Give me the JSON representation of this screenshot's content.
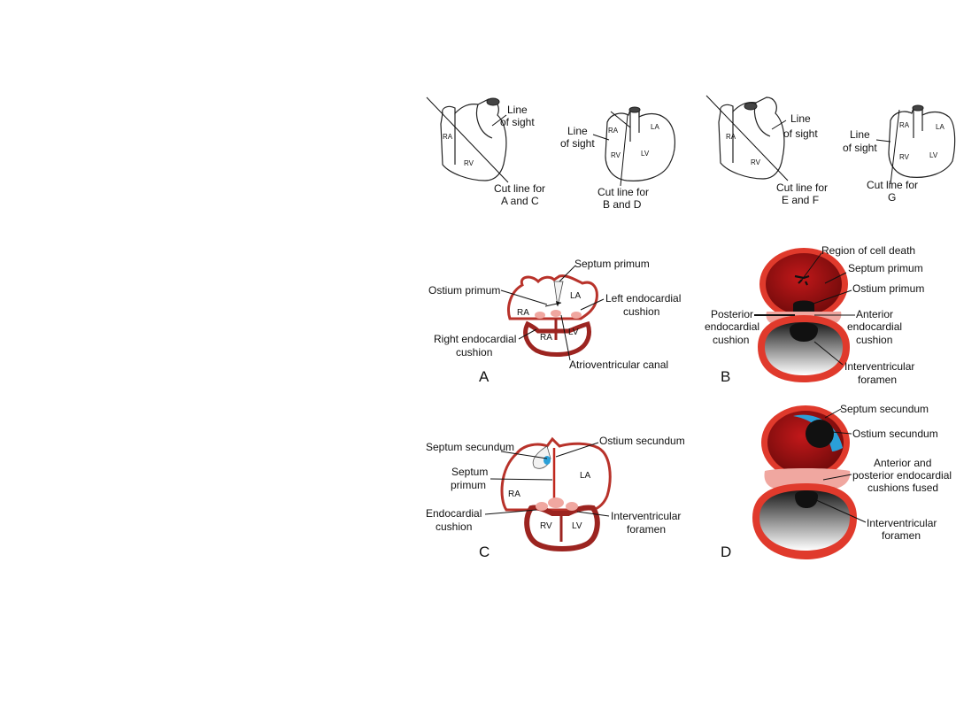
{
  "orientation": {
    "fig1": {
      "ra": "RA",
      "rv": "RV",
      "line_of_sight": [
        "Line",
        "of sight"
      ],
      "cut": [
        "Cut line for",
        "A and C"
      ]
    },
    "fig2": {
      "ra": "RA",
      "la": "LA",
      "rv": "RV",
      "lv": "LV",
      "line_of_sight": [
        "Line",
        "of sight"
      ],
      "cut": [
        "Cut line for",
        "B and D"
      ]
    },
    "fig3": {
      "ra": "RA",
      "rv": "RV",
      "line_of_sight": [
        "Line",
        "of sight"
      ],
      "cut": [
        "Cut line for",
        "E and F"
      ]
    },
    "fig4": {
      "ra": "RA",
      "la": "LA",
      "rv": "RV",
      "lv": "LV",
      "line_of_sight": [
        "Line",
        "of sight"
      ],
      "cut": [
        "Cut line for",
        "G"
      ]
    }
  },
  "panel_a": {
    "letter": "A",
    "septum_primum": "Septum primum",
    "ostium_primum": "Ostium primum",
    "left_endocardial": [
      "Left endocardial",
      "cushion"
    ],
    "right_endocardial": [
      "Right endocardial",
      "cushion"
    ],
    "atrioventricular_canal": "Atrioventricular canal",
    "ra_upper": "RA",
    "ra_lower": "RA",
    "la": "LA",
    "lv": "LV"
  },
  "panel_b": {
    "letter": "B",
    "region_cell_death": "Region of cell death",
    "septum_primum": "Septum primum",
    "ostium_primum": "Ostium primum",
    "posterior_endocardial": [
      "Posterior",
      "endocardial",
      "cushion"
    ],
    "anterior_endocardial": [
      "Anterior",
      "endocardial",
      "cushion"
    ],
    "interventricular": [
      "Interventricular",
      "foramen"
    ]
  },
  "panel_c": {
    "letter": "C",
    "septum_secundum": "Septum secundum",
    "ostium_secundum": "Ostium secundum",
    "septum_primum": [
      "Septum",
      "primum"
    ],
    "endocardial": [
      "Endocardial",
      "cushion"
    ],
    "interventricular": [
      "Interventricular",
      "foramen"
    ],
    "ra": "RA",
    "la": "LA",
    "rv": "RV",
    "lv": "LV"
  },
  "panel_d": {
    "letter": "D",
    "septum_secundum": "Septum secundum",
    "ostium_secundum": "Ostium secundum",
    "fused": [
      "Anterior and",
      "posterior endocardial",
      "cushions fused"
    ],
    "interventricular": [
      "Interventricular",
      "foramen"
    ]
  },
  "colors": {
    "dark_red": "#8e1010",
    "red": "#e03a2c",
    "pink": "#f0a7a0",
    "blue": "#2aa0d8",
    "wall": "#b8322a"
  }
}
